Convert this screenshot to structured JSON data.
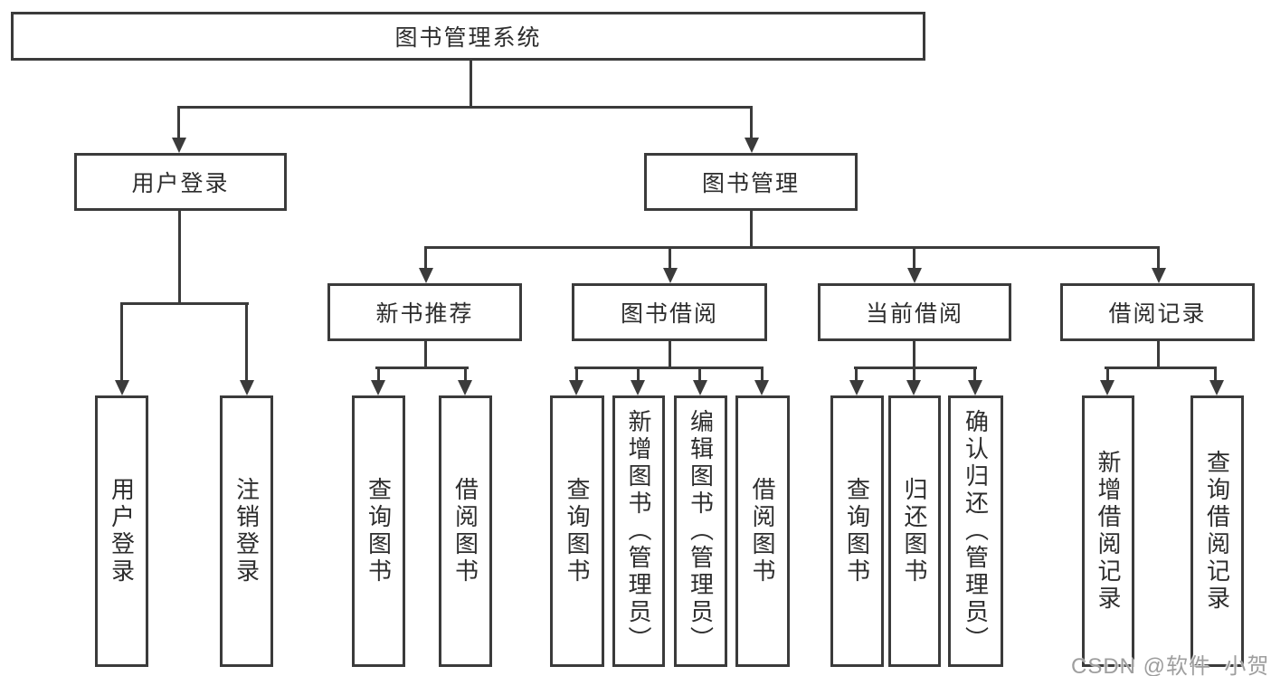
{
  "diagram": {
    "root": {
      "label": "图书管理系统"
    },
    "branches": [
      {
        "id": "user-login",
        "label": "用户登录",
        "children": [
          "用户登录",
          "注销登录"
        ]
      },
      {
        "id": "book-management",
        "label": "图书管理",
        "sections": [
          {
            "id": "new-book-recommend",
            "label": "新书推荐",
            "children": [
              "查询图书",
              "借阅图书"
            ]
          },
          {
            "id": "book-borrowing",
            "label": "图书借阅",
            "children": [
              "查询图书",
              "新增图书（管理员）",
              "编辑图书（管理员）",
              "借阅图书"
            ]
          },
          {
            "id": "current-borrowing",
            "label": "当前借阅",
            "children": [
              "查询图书",
              "归还图书",
              "确认归还（管理员）"
            ]
          },
          {
            "id": "borrowing-records",
            "label": "借阅记录",
            "children": [
              "新增借阅记录",
              "查询借阅记录"
            ]
          }
        ]
      }
    ]
  },
  "watermark": "CSDN @软件_小贺同学",
  "colors": {
    "line": "#3b3b3b",
    "text": "#2d2d2d",
    "watermark": "#9e9e9e",
    "background": "#ffffff"
  }
}
